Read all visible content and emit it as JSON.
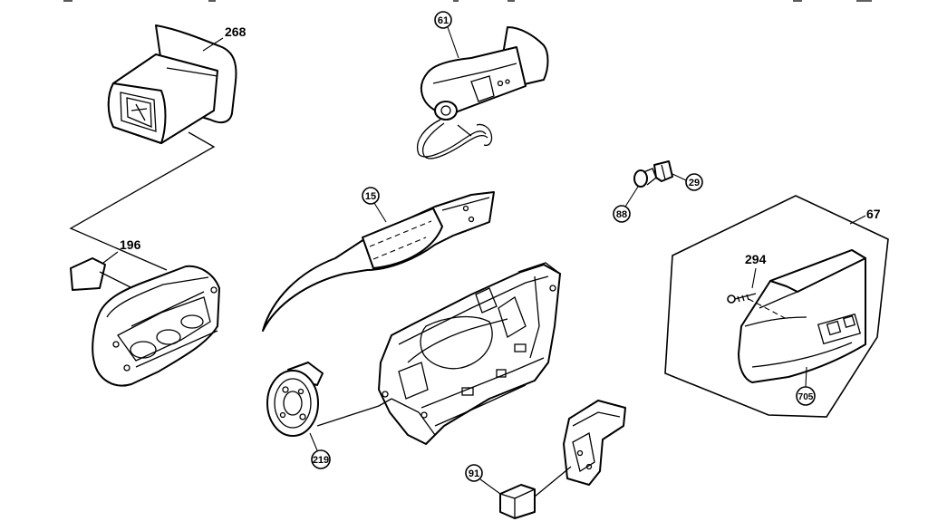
{
  "labels": {
    "p268": "268",
    "p61": "61",
    "p196": "196",
    "p15": "15",
    "p29": "29",
    "p88": "88",
    "p67": "67",
    "p294": "294",
    "p705": "705",
    "p219": "219",
    "p91": "91"
  }
}
